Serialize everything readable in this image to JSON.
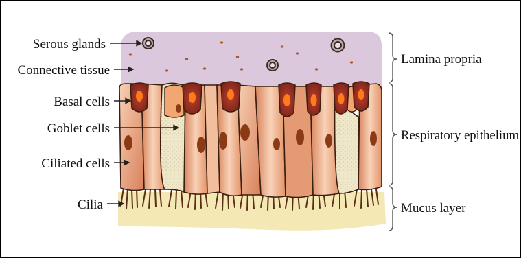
{
  "labels_left": {
    "serous_glands": "Serous glands",
    "connective_tissue": "Connective tissue",
    "basal_cells": "Basal cells",
    "goblet_cells": "Goblet cells",
    "ciliated_cells": "Ciliated cells",
    "cilia": "Cilia"
  },
  "labels_right": {
    "lamina_propria": "Lamina propria",
    "respiratory_epithelium": "Respiratory epithelium",
    "mucus_layer": "Mucus layer"
  },
  "colors": {
    "lamina": "#dcc8dc",
    "mucus": "#f4e8b4",
    "cell_light": "#f6cdb0",
    "cell_dark": "#df8f63",
    "goblet": "#ece5c4",
    "nucleus": "#8a3b16",
    "basal": "#9b2f25",
    "basal_core": "#ff7a1a",
    "outline": "#3a1e10"
  }
}
